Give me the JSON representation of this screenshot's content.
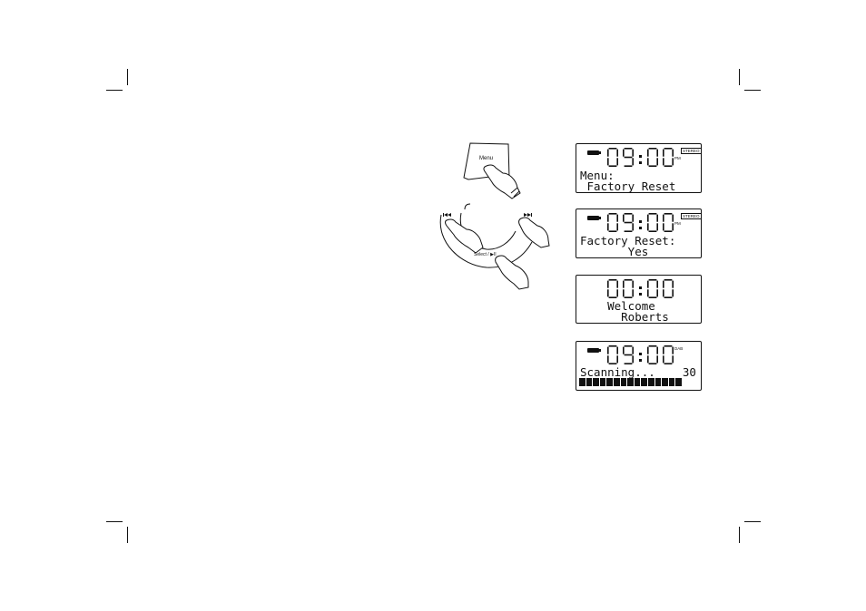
{
  "crop_marks": [
    "top-left",
    "top-right",
    "bottom-left",
    "bottom-right"
  ],
  "illustration": {
    "menu_button_label": "Menu",
    "select_label": "Select / ▶II",
    "prev_icon": "skip-back-icon",
    "next_icon": "skip-forward-icon",
    "hand_icon": "pointing-hand-icon"
  },
  "displays": [
    {
      "clock": "09:00",
      "show_battery": true,
      "stereo": "STEREO",
      "small_indicator": "PM",
      "line1": "Menu:",
      "line2": " Factory Reset"
    },
    {
      "clock": "09:00",
      "show_battery": true,
      "stereo": "STEREO",
      "small_indicator": "PM",
      "line1": "Factory Reset:",
      "line2": "       Yes"
    },
    {
      "clock": "00:00",
      "show_battery": false,
      "line1": "    Welcome",
      "line2": "      Roberts"
    },
    {
      "clock": "09:00",
      "show_battery": true,
      "small_indicator": "DAB",
      "line1": "Scanning...    30",
      "progress_segments": 15
    }
  ]
}
